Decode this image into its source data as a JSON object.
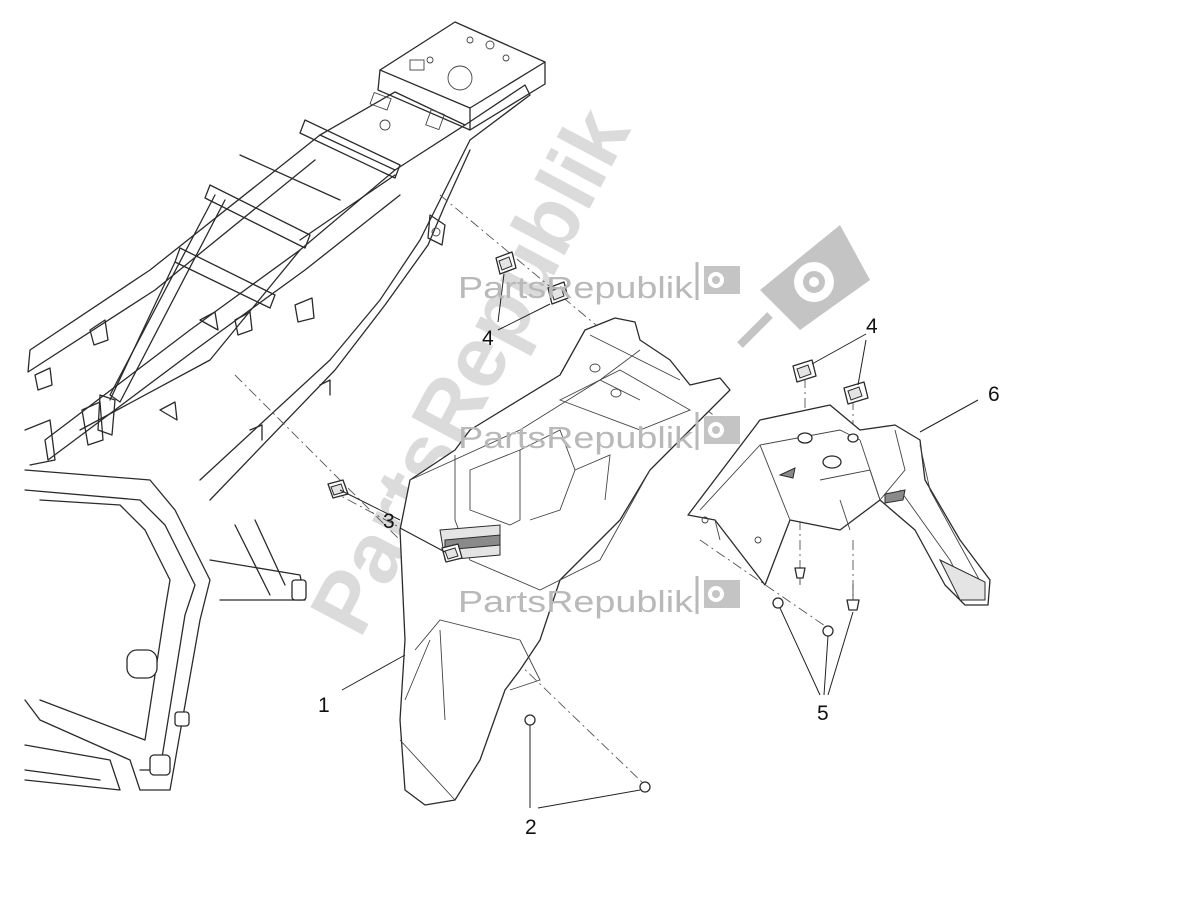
{
  "diagram": {
    "callouts": [
      {
        "id": "c1",
        "label": "1"
      },
      {
        "id": "c2",
        "label": "2"
      },
      {
        "id": "c3",
        "label": "3"
      },
      {
        "id": "c4a",
        "label": "4"
      },
      {
        "id": "c4b",
        "label": "4"
      },
      {
        "id": "c5",
        "label": "5"
      },
      {
        "id": "c6",
        "label": "6"
      }
    ],
    "watermark": {
      "text": "PartsRepublik",
      "big_text": "PartsRepublik"
    },
    "colors": {
      "line": "#2b2b2b",
      "watermark": "#b9b9b9",
      "background": "#ffffff"
    }
  }
}
